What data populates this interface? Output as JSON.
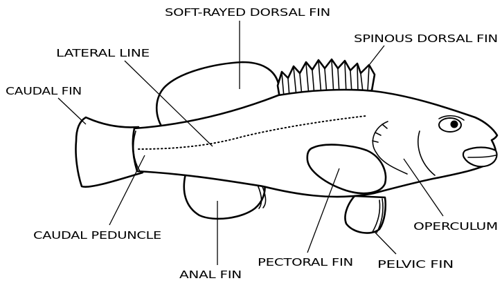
{
  "labels": {
    "soft_rayed_dorsal_fin": "SOFT-RAYED DORSAL FIN",
    "spinous_dorsal_fin": "SPINOUS DORSAL FIN",
    "lateral_line": "LATERAL LINE",
    "caudal_fin": "CAUDAL FIN",
    "caudal_peduncle": "CAUDAL PEDUNCLE",
    "operculum": "OPERCULUM",
    "pectoral_fin": "PECTORAL FIN",
    "pelvic_fin": "PELVIC FIN",
    "anal_fin": "ANAL FIN"
  },
  "colors": {
    "ink": "#000000",
    "background": "#ffffff"
  }
}
